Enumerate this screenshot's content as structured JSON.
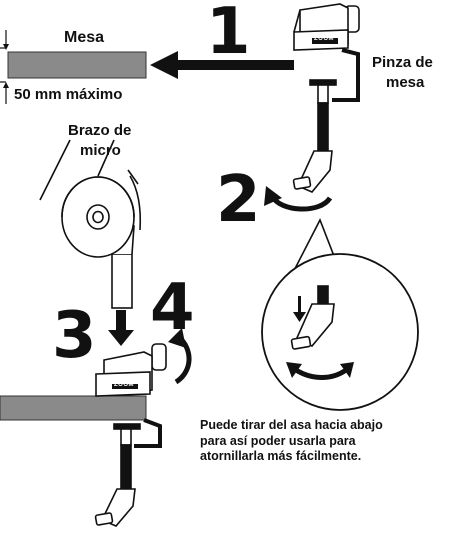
{
  "labels": {
    "table": "Mesa",
    "max_thickness": "50 mm máximo",
    "clamp_line1": "Pinza de",
    "clamp_line2": "mesa",
    "arm_line1": "Brazo de",
    "arm_line2": "micro",
    "brand": "ZOOM"
  },
  "steps": [
    "1",
    "2",
    "3",
    "4"
  ],
  "note_lines": [
    "Puede tirar del asa hacia abajo",
    "para así poder usarla para",
    "atornillarla más fácilmente."
  ],
  "colors": {
    "ink": "#111111",
    "table": "#8a8a8a",
    "paper": "#ffffff",
    "light_gray": "#d9d9d9"
  },
  "icons": [
    "arrow-left-icon",
    "rotate-arrow-icon",
    "arrow-down-icon",
    "curved-arrow-up-icon",
    "double-curved-arrow-icon"
  ]
}
